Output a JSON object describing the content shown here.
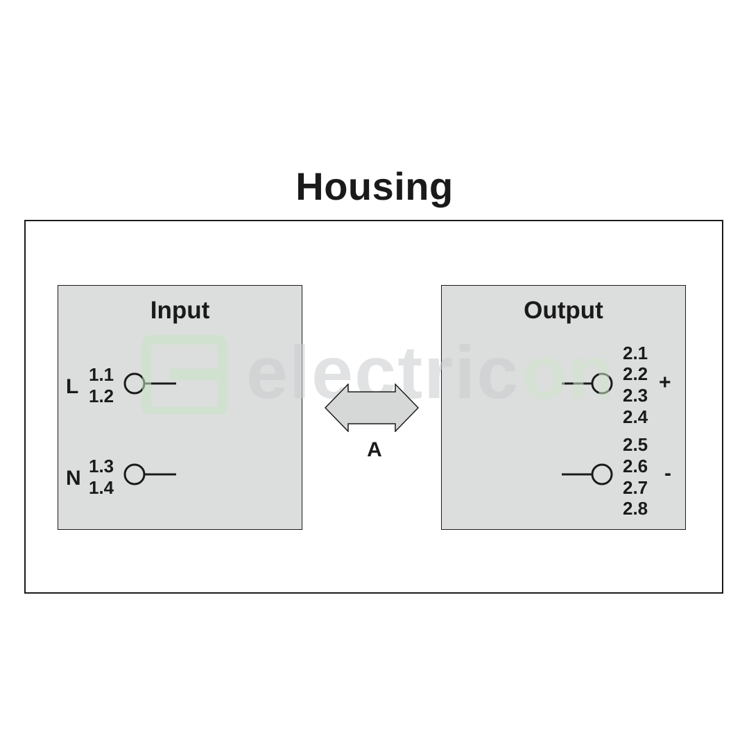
{
  "title": "Housing",
  "input": {
    "label": "Input",
    "terminals": [
      {
        "letter": "L",
        "pins": [
          "1.1",
          "1.2"
        ]
      },
      {
        "letter": "N",
        "pins": [
          "1.3",
          "1.4"
        ]
      }
    ]
  },
  "output": {
    "label": "Output",
    "terminals": [
      {
        "polarity": "+",
        "pins": [
          "2.1",
          "2.2",
          "2.3",
          "2.4"
        ]
      },
      {
        "polarity": "-",
        "pins": [
          "2.5",
          "2.6",
          "2.7",
          "2.8"
        ]
      }
    ]
  },
  "connection": {
    "label": "A",
    "icon": "double-arrow-icon"
  },
  "watermark": {
    "text": "electricon"
  },
  "colors": {
    "panel": "#dcdddd",
    "line": "#1a1a1a",
    "arrow_fill": "#d6d7d7"
  }
}
